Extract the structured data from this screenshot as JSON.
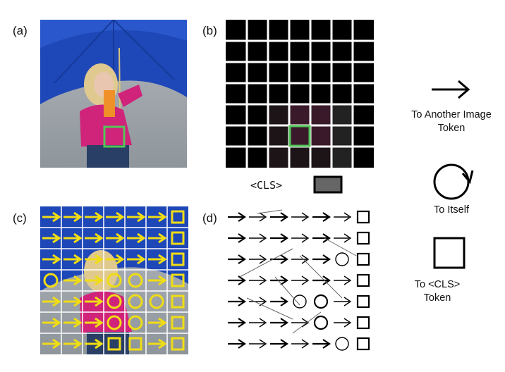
{
  "panels": {
    "a": {
      "label": "(a)"
    },
    "b": {
      "label": "(b)"
    },
    "c": {
      "label": "(c)"
    },
    "d": {
      "label": "(d)"
    }
  },
  "cls_label": "<CLS>",
  "legend": {
    "arrow": "To Another Image Token",
    "self": "To Itself",
    "cls": "To <CLS> Token"
  },
  "colors": {
    "umbrella": "#1e47b8",
    "ground": "#9aa1a7",
    "highlight": "#53c65a",
    "attention_marker": "#f0dd14",
    "grid": "#ffffff",
    "cls_fill": "#666666",
    "black": "#000000"
  },
  "grid": {
    "rows": 7,
    "cols": 7,
    "highlight_cell": {
      "row": 5,
      "col": 3
    }
  },
  "attention_map_c": [
    [
      "A",
      "A",
      "A",
      "A",
      "A",
      "A",
      "S"
    ],
    [
      "A",
      "A",
      "A",
      "A",
      "A",
      "A",
      "S"
    ],
    [
      "A",
      "A",
      "A",
      "A",
      "A",
      "A",
      "S"
    ],
    [
      "C",
      "A",
      "A",
      "C",
      "C",
      "A",
      "S"
    ],
    [
      "A",
      "A",
      "A",
      "C",
      "C",
      "C",
      "S"
    ],
    [
      "A",
      "A",
      "A",
      "C",
      "C",
      "A",
      "S"
    ],
    [
      "A",
      "A",
      "A",
      "S",
      "S",
      "A",
      "S"
    ]
  ],
  "attention_map_d": [
    [
      "A",
      "A",
      "A",
      "A",
      "A",
      "A",
      "S"
    ],
    [
      "A",
      "A",
      "A",
      "A",
      "A",
      "A",
      "S"
    ],
    [
      "A",
      "A",
      "A",
      "A",
      "A",
      "C",
      "S"
    ],
    [
      "A",
      "A",
      "A",
      "A",
      "A",
      "A",
      "S"
    ],
    [
      "A",
      "A",
      "A",
      "C",
      "C",
      "A",
      "S"
    ],
    [
      "A",
      "A",
      "A",
      "A",
      "C",
      "A",
      "S"
    ],
    [
      "A",
      "A",
      "A",
      "A",
      "A",
      "C",
      "S"
    ]
  ]
}
